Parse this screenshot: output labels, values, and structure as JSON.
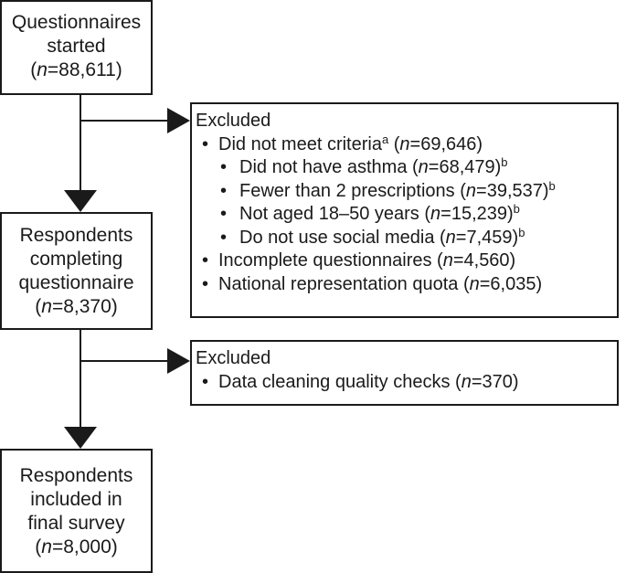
{
  "boxes": {
    "started": {
      "line1": "Questionnaires",
      "line2": "started",
      "n_prefix": "(",
      "n_var": "n",
      "n_value": "=88,611)"
    },
    "completing": {
      "line1": "Respondents",
      "line2": "completing",
      "line3": "questionnaire",
      "n_prefix": "(",
      "n_var": "n",
      "n_value": "=8,370)"
    },
    "final": {
      "line1": "Respondents",
      "line2": "included in",
      "line3": "final survey",
      "n_prefix": "(",
      "n_var": "n",
      "n_value": "=8,000)"
    }
  },
  "excluded_1": {
    "title": "Excluded",
    "bullet": "•",
    "items": [
      {
        "text": "Did not meet criteria",
        "sup": "a",
        "n_open": " (",
        "n_var": "n",
        "n_value": "=69,646)",
        "sup2": ""
      },
      {
        "text": "Did not have asthma (",
        "n_var": "n",
        "n_value": "=68,479)",
        "sup": "b"
      },
      {
        "text": "Fewer than 2 prescriptions (",
        "n_var": "n",
        "n_value": "=39,537)",
        "sup": "b"
      },
      {
        "text": "Not aged 18–50 years (",
        "n_var": "n",
        "n_value": "=15,239)",
        "sup": "b"
      },
      {
        "text": "Do not use social media (",
        "n_var": "n",
        "n_value": "=7,459)",
        "sup": "b"
      },
      {
        "text": "Incomplete questionnaires (",
        "n_var": "n",
        "n_value": "=4,560)"
      },
      {
        "text": "National representation quota (",
        "n_var": "n",
        "n_value": "=6,035)"
      }
    ]
  },
  "excluded_2": {
    "title": "Excluded",
    "bullet": "•",
    "items": [
      {
        "text": "Data cleaning quality checks (",
        "n_var": "n",
        "n_value": "=370)"
      }
    ]
  },
  "colors": {
    "stroke": "#1a1a1a",
    "background": "#ffffff"
  }
}
